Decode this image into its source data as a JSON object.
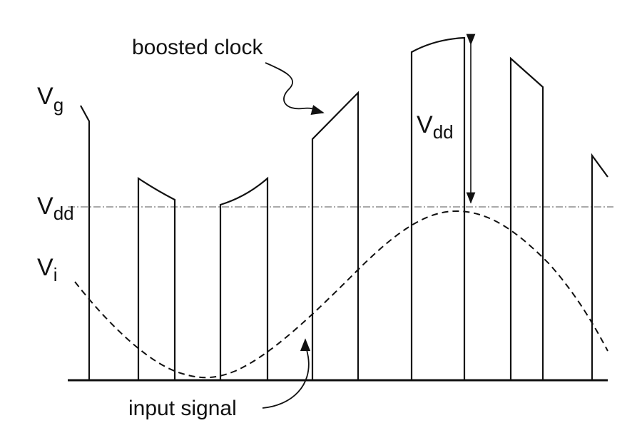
{
  "labels": {
    "vg": {
      "main": "V",
      "sub": "g"
    },
    "vdd_axis": {
      "main": "V",
      "sub": "dd"
    },
    "vi": {
      "main": "V",
      "sub": "i"
    },
    "vdd_span": {
      "main": "V",
      "sub": "dd"
    },
    "boosted_clock": "boosted clock",
    "input_signal": "input signal"
  },
  "colors": {
    "ink": "#111111",
    "reference_line": "#777777"
  }
}
